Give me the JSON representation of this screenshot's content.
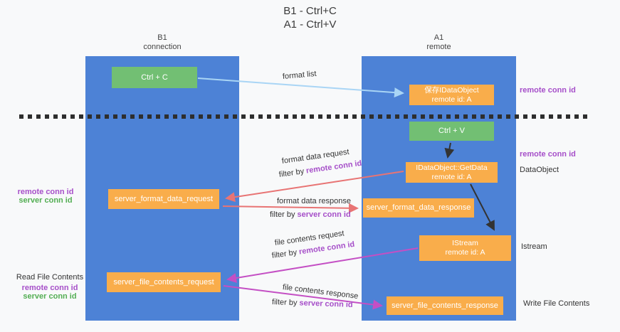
{
  "title": {
    "line1": "B1 - Ctrl+C",
    "line2": "A1 - Ctrl+V"
  },
  "columns": {
    "left": {
      "name": "B1",
      "role": "connection"
    },
    "right": {
      "name": "A1",
      "role": "remote"
    }
  },
  "nodes": {
    "ctrl_c": "Ctrl + C",
    "ctrl_v": "Ctrl + V",
    "save_idataobject": {
      "line1": "保存IDataObject",
      "line2": "remote id: A"
    },
    "getdata": {
      "line1": "IDataObject::GetData",
      "line2": "remote id: A"
    },
    "istream": {
      "line1": "IStream",
      "line2": "remote id: A"
    },
    "server_format_data_request": "server_format_data_request",
    "server_format_data_response": "server_format_data_response",
    "server_file_contents_request": "server_file_contents_request",
    "server_file_contents_response": "server_file_contents_response"
  },
  "flow_labels": {
    "format_list": "format list",
    "format_data_request": "format data request",
    "format_data_response": "format data response",
    "file_contents_request": "file contents request",
    "file_contents_response": "file contents response",
    "filter_by": "filter by",
    "remote_conn_id": "remote conn id",
    "server_conn_id": "server conn id"
  },
  "side_labels": {
    "dataobject": "DataObject",
    "istream": "Istream",
    "read_file_contents": "Read File Contents",
    "write_file_contents": "Write File Contents"
  },
  "colors": {
    "column_blue": "#4d82d6",
    "node_green": "#72bf73",
    "node_orange": "#f9ad4b",
    "accent_purple": "#a64fc9",
    "accent_green": "#53ae53",
    "arrow_red": "#e87474",
    "arrow_magenta": "#c44fc4",
    "arrow_blue": "#a9d5f5",
    "arrow_black": "#333333"
  }
}
